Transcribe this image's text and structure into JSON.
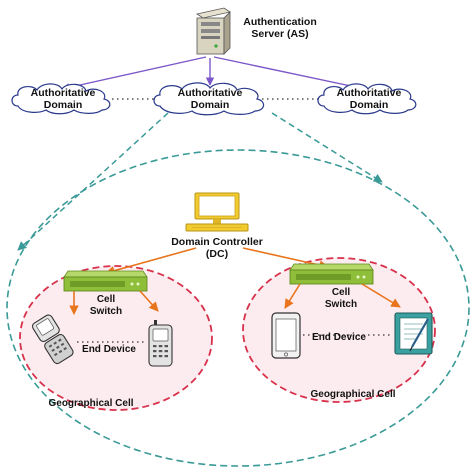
{
  "auth_server": {
    "line1": "Authentication",
    "line2": "Server (AS)"
  },
  "domains": [
    {
      "line1": "Authoritative",
      "line2": "Domain"
    },
    {
      "line1": "Authoritative",
      "line2": "Domain"
    },
    {
      "line1": "Authoritative",
      "line2": "Domain"
    }
  ],
  "domain_controller": {
    "line1": "Domain Controller",
    "line2": "(DC)"
  },
  "cells": [
    {
      "switch_line1": "Cell",
      "switch_line2": "Switch",
      "device_label": "End Device",
      "cell_label": "Geographical Cell"
    },
    {
      "switch_line1": "Cell",
      "switch_line2": "Switch",
      "device_label": "End Device",
      "cell_label": "Geographical Cell"
    }
  ],
  "colors": {
    "purple_link": "#7b57c9",
    "teal_dash": "#3a9a97",
    "red_dash": "#d8314b",
    "orange_link": "#e8741c",
    "cell_fill": "#fdecef",
    "switch_green": "#8fbf3a",
    "monitor_yellow": "#f2cb2e"
  }
}
